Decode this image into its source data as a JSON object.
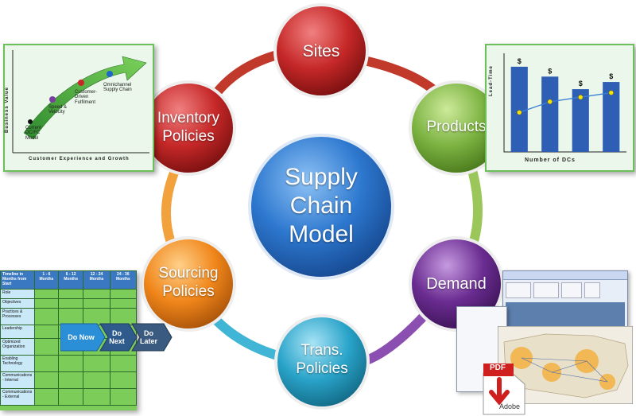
{
  "center": {
    "label": "Supply\nChain\nModel"
  },
  "nodes": [
    {
      "key": "sites",
      "label": "Sites",
      "color": "#c62828"
    },
    {
      "key": "products",
      "label": "Products",
      "color": "#7cb342"
    },
    {
      "key": "demand",
      "label": "Demand",
      "color": "#6a2c91"
    },
    {
      "key": "trans",
      "label": "Trans.\nPolicies",
      "color": "#29a3c9"
    },
    {
      "key": "sourcing",
      "label": "Sourcing\nPolicies",
      "color": "#f0861a"
    },
    {
      "key": "inventory",
      "label": "Inventory\nPolicies",
      "color": "#c62828"
    }
  ],
  "value_chart": {
    "ylabel": "Business Value",
    "xlabel": "Customer Experience and Growth",
    "stages": [
      {
        "label": "Current\nDC/FC\nModel",
        "color": "#111111"
      },
      {
        "label": "Speed &\nVelocity",
        "color": "#7b3fa0"
      },
      {
        "label": "Customer-\nDriven\nFulfilment",
        "color": "#c62828"
      },
      {
        "label": "Omnichannel\nSupply Chain",
        "color": "#1e66c9"
      }
    ]
  },
  "chart_data": {
    "type": "bar",
    "categories": [
      "",
      "",
      "",
      ""
    ],
    "bar_labels": [
      "$",
      "$",
      "$",
      "$"
    ],
    "series": [
      {
        "values": [
          9.5,
          8.4,
          7.0,
          7.8
        ]
      },
      {
        "values": [
          4.4,
          5.6,
          6.1,
          6.6
        ]
      }
    ],
    "xlabel": "Number of DCs",
    "ylabel": "Lead-Time",
    "ylim": [
      0,
      11
    ],
    "colors": {
      "bar": "#2e5fb5",
      "line": "#3a7fd5",
      "marker": "#f5e400"
    }
  },
  "timeline": {
    "header": [
      "Timeline in Months from Start",
      "1 - 6 Months",
      "6 - 12 Months",
      "12 - 24 Months",
      "24 - 36 Months"
    ],
    "rows": [
      "Role",
      "Objectives",
      "Practices & Processes",
      "Leadership",
      "Optimized Organization",
      "Enabling Technology",
      "Communications - Internal",
      "Communications - External"
    ],
    "buttons": [
      "Do Now",
      "Do\nNext",
      "Do\nLater"
    ]
  },
  "pdf_badge": {
    "label": "PDF",
    "brand": "Adobe"
  }
}
